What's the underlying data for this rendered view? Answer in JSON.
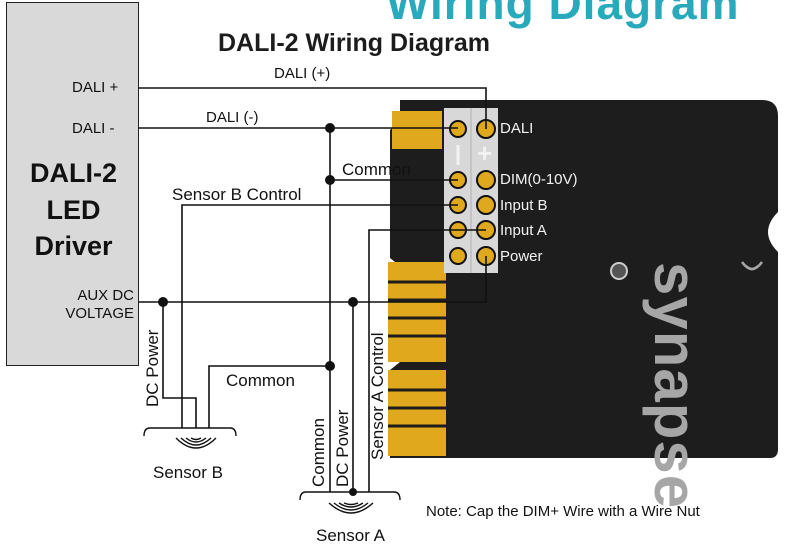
{
  "banner_text": "Wiring Diagram",
  "title": "DALI-2 Wiring Diagram",
  "driver": {
    "title": "DALI-2\nLED\nDriver",
    "pins": {
      "dali_plus": "DALI +",
      "dali_minus": "DALI -",
      "aux_dc": "AUX DC\nVOLTAGE"
    }
  },
  "wires": {
    "dali_plus": "DALI (+)",
    "dali_minus": "DALI (-)",
    "common_top": "Common",
    "sensor_b_control": "Sensor B Control",
    "common_b": "Common",
    "dc_power_b": "DC Power",
    "common_a": "Common",
    "dc_power_a": "DC Power",
    "sensor_a_control": "Sensor A Control"
  },
  "board": {
    "terminals": {
      "dali": "DALI",
      "dim": "DIM(0-10V)",
      "input_b": "Input B",
      "input_a": "Input A",
      "power": "Power"
    },
    "minus_symbol": "—",
    "plus_symbol": "+",
    "brand": "synapse"
  },
  "sensors": {
    "b": "Sensor B",
    "a": "Sensor A"
  },
  "note": "Note: Cap the DIM+ Wire with a Wire Nut",
  "colors": {
    "board": "#1d1d1d",
    "gold": "#e0a81c",
    "accent": "#29aabc",
    "driver_fill": "#d9d9d9"
  }
}
